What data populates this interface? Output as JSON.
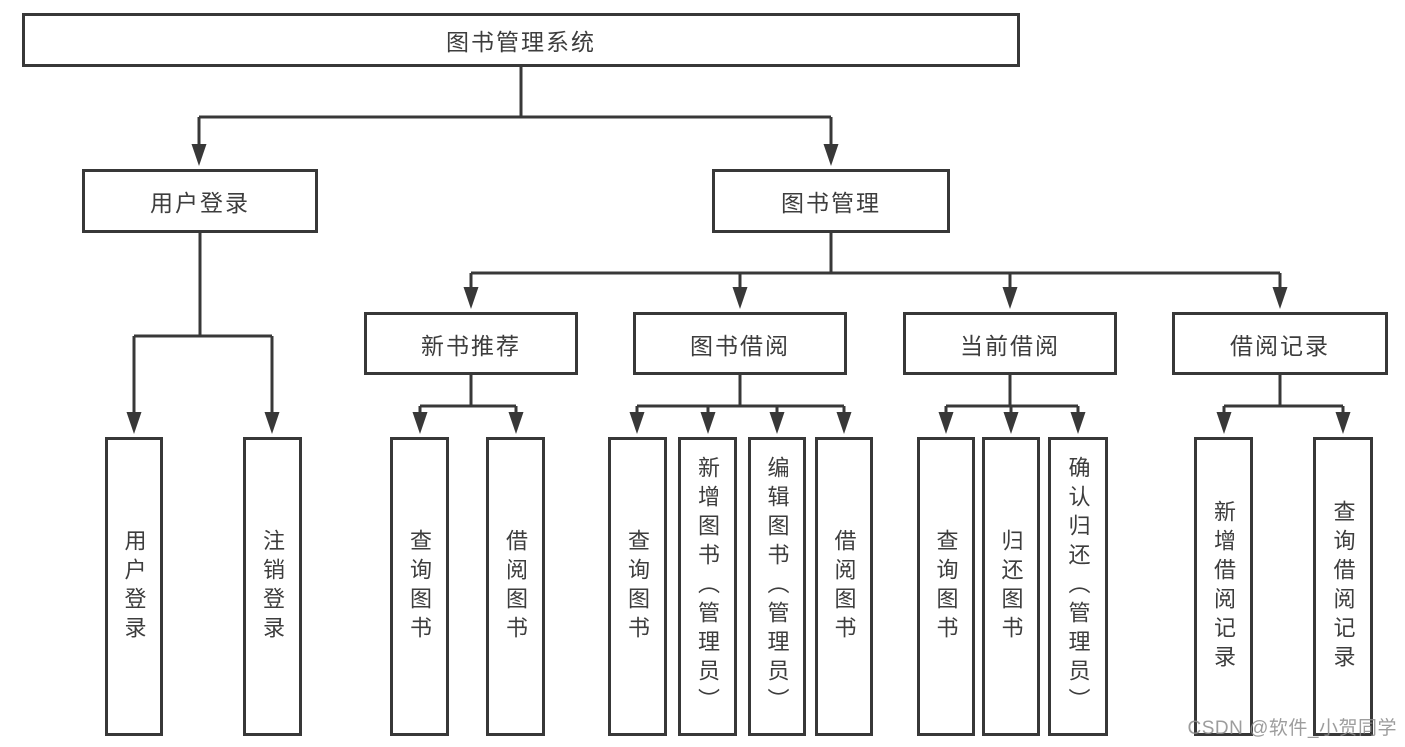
{
  "page": {
    "background": "#ffffff",
    "watermark": {
      "text": "CSDN @软件_小贺同学",
      "color": "#8c8c8c"
    },
    "colors": {
      "line": "#383838",
      "box_border": "#383838",
      "label_text": "#3d3d3d"
    }
  },
  "tree": {
    "root": {
      "label": "图书管理系统"
    },
    "branches": [
      {
        "label": "用户登录",
        "children": [
          {
            "label": "用户登录"
          },
          {
            "label": "注销登录"
          }
        ]
      },
      {
        "label": "图书管理",
        "children": [
          {
            "label": "新书推荐",
            "children": [
              {
                "label": "查询图书"
              },
              {
                "label": "借阅图书"
              }
            ]
          },
          {
            "label": "图书借阅",
            "children": [
              {
                "label": "查询图书"
              },
              {
                "label": "新增图书（管理员）"
              },
              {
                "label": "编辑图书（管理员）"
              },
              {
                "label": "借阅图书"
              }
            ]
          },
          {
            "label": "当前借阅",
            "children": [
              {
                "label": "查询图书"
              },
              {
                "label": "归还图书"
              },
              {
                "label": "确认归还（管理员）"
              }
            ]
          },
          {
            "label": "借阅记录",
            "children": [
              {
                "label": "新增借阅记录"
              },
              {
                "label": "查询借阅记录"
              }
            ]
          }
        ]
      }
    ]
  }
}
